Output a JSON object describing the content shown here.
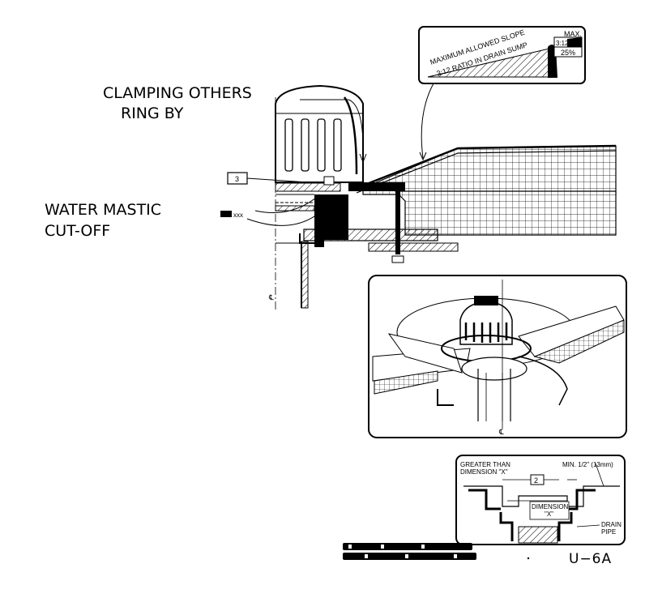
{
  "labels": {
    "clamping_line1": "CLAMPING OTHERS",
    "clamping_line2": "RING BY",
    "water_line1": "WATER MASTIC",
    "water_line2": "CUT-OFF",
    "callout_3": "3",
    "small_xxx": "xxx"
  },
  "slope_box": {
    "line1": "MAXIMUM ALLOWED SLOPE",
    "line2": "3:12 RATIO IN DRAIN SUMP",
    "max": "MAX.",
    "ratio": "3:12",
    "percent": "25%"
  },
  "sump_detail": {
    "greater_than": "GREATER THAN",
    "dimension_x": "DIMENSION \"X\"",
    "min": "MIN. 1/2\" (13mm)",
    "callout_2": "2",
    "dimension": "DIMENSION",
    "x": "\"X\"",
    "drain": "DRAIN",
    "pipe": "PIPE"
  },
  "center_mark": "℄",
  "footer": {
    "drawing_code": "U−6A"
  }
}
